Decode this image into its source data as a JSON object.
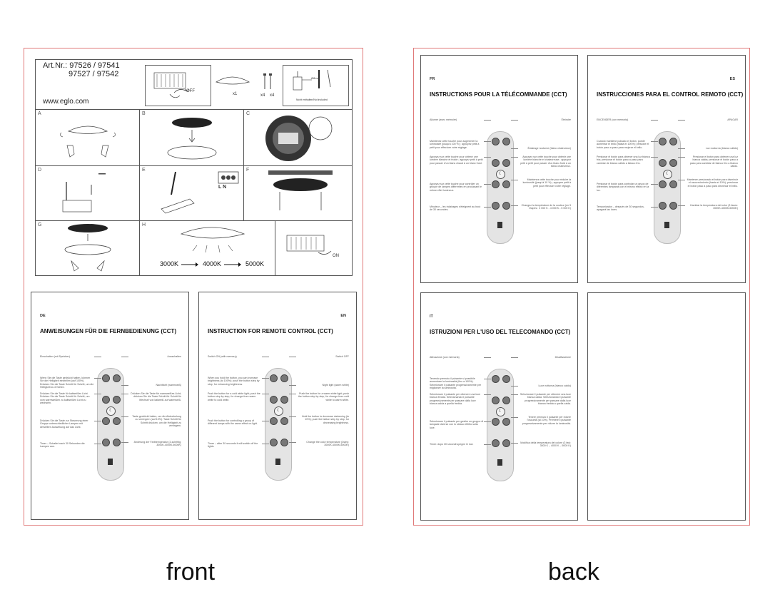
{
  "labels": {
    "front": "front",
    "back": "back"
  },
  "front_sheet": {
    "art_nr_line1": "Art.Nr.: 97526 / 97541",
    "art_nr_line2": "97527 / 97542",
    "website": "www.eglo.com",
    "header_box1_text": "OFF",
    "header_box2_x1": "x1",
    "header_box2_x4a": "x4",
    "header_box2_x4b": "x4",
    "header_box3_dim": "Ø8mm",
    "header_box3_note": "Nicht enthalten/Not included",
    "steps": [
      "A",
      "B",
      "C",
      "D",
      "E",
      "F",
      "G",
      "H"
    ],
    "wiring_letters": "L  N",
    "switch_on": "ON",
    "kelvin": [
      "3000K",
      "4000K",
      "5000K"
    ]
  },
  "panels": [
    {
      "id": "de",
      "lang": "DE",
      "title": "ANWEISUNGEN FÜR DIE FERNBEDIENUNG (CCT)",
      "left": [
        "Einschalten (mit Speicher)",
        "Wenn Sie die Taste gedrückt halten, können Sie die Helligkeit einstellen (auf 100%). Drücken Sie die Taste Schritt für Schritt, um die Helligkeit zu erhöhen.",
        "Drücken Sie die Taste für kaltweißes Licht. Drücken Sie die Taste Schritt für Schritt, um vom warmweißen zu kaltweißen Licht zu wechseln.",
        "Drücken Sie die Taste zur Steuerung einer Gruppe unterschiedlicher Lampen mit derselben Auswirkung auf das Licht.",
        "Timer – Schaltet nach 30 Sekunden die Lampen aus."
      ],
      "right": [
        "Ausschalten",
        "Nachtlicht (warmweiß)",
        "Drücken Sie die Taste für warmweißes Licht; drücken Sie die Taste Schritt für Schritt für Wechsel von kaltweiß auf warmweiß.",
        "Taste gedrückt halten, um die Abdunkelung zu verringern (auf 10%). Taste Schritt für Schritt drücken, um die Helligkeit zu verringern.",
        "Änderung der Farbtemperatur (3-schrittig: 3000K-4000K-5000K)"
      ]
    },
    {
      "id": "en",
      "lang": "EN",
      "title": "INSTRUCTION FOR REMOTE CONTROL (CCT)",
      "left": [
        "Switch ON (with memory)",
        "When you hold the button, you can increase brightness (to 100%); push the button step by step, for enhancing brightness.",
        "Push the button for a cold white light; push the button step by step, for change from warm white to cold white.",
        "Push the button for controlling a group of different lamps with the same effect on light.",
        "Timer – after 30 seconds it will switch off the lights."
      ],
      "right": [
        "Switch OFF",
        "Night light (warm white)",
        "Push the button for a warm white light; push the button step by step, for change from cold white to warm white.",
        "Hold the button to decrease darkening (to 10%); push the button step by step, for decreasing brightness.",
        "Change the color temperature (3step: 3000K-4000K-5000K)"
      ]
    },
    {
      "id": "fr",
      "lang": "FR",
      "title": "INSTRUCTIONS POUR LA TÉLÉCOMMANDE (CCT)",
      "left": [
        "Allumer (avec mémoire)",
        "Maintenez cette touche pour augmenter la luminosité (jusqu'à 100 %) ; appuyez petit à petit pour effectuer votre réglage.",
        "Appuyez sur cette touche pour obtenir une lumière blanche et froide ; appuyez petit à petit pour passer d'un blanc chaud à un blanc froid.",
        "Appuyez sur cette touche pour contrôler un groupe de lampes différentes en produisant le même effet lumineux.",
        "Minuteur – les éclairages s'éteignent au bout de 30 secondes."
      ],
      "right": [
        "Éteindre",
        "Éclairage nocturne (blanc chaleureux)",
        "Appuyez sur cette touche pour obtenir une lumière blanche et chaleureuse ; appuyez petit à petit pour passer d'un blanc froid à un blanc chaleureux.",
        "Maintenez cette touche pour réduire la luminosité (jusqu'à 10 %) ; appuyez petit à petit pour effectuer votre réglage.",
        "Changez la température de la couleur (en 3 étapes : 3 000 K - 4 000 K - 5 000 K)"
      ]
    },
    {
      "id": "es",
      "lang": "ES",
      "title": "INSTRUCCIONES PARA EL CONTROL REMOTO (CCT)",
      "left": [
        "ENCENDER (con memoria)",
        "Cuando mantiene pulsado el botón, puede aumentar el brillo (hasta el 100%); presione el botón paso a paso para mejorar el brillo.",
        "Presionar el botón para obtener una luz blanca fría; presionar el botón paso a paso para cambiar de blanco cálido a blanco frío.",
        "Presionar el botón para controlar un grupo de diferentes lámparas con el mismo efecto en la luz.",
        "Temporizador – después de 30 segundos, apagará las luces."
      ],
      "right": [
        "APAGAR",
        "Luz nocturna (blanco cálido)",
        "Presionar el botón para obtener una luz blanca cálida; presionar el botón paso a paso para cambiar de blanco frío a blanco cálido.",
        "Mantener presionado el botón para disminuir el oscurecimiento (hasta el 10%); presionar el botón paso a paso para disminuir el brillo.",
        "Cambiar la temperatura del color (3 fases: 3000K-4000K-5000K)"
      ]
    },
    {
      "id": "it",
      "lang": "IT",
      "title": "ISTRUZIONI PER L'USO DEL TELECOMANDO (CCT)",
      "left": [
        "Attivazione (con memoria)",
        "Tenendo premuto il pulsante si possibile aumentare la luminosità (fino a 100%). Selezionare il pulsante progressivamente per migliorare la luminosità.",
        "Selezionare il pulsante per ottenere una luce bianca fredda. Selezionando il pulsante progressivamente per passare dalla luce bianca calda a quella fredda.",
        "Selezionare il pulsante per gestire un gruppo di lampade diverse con lo stesso effetto sulla luce.",
        "Timer: dopo 30 secondi spegne le luci."
      ],
      "right": [
        "Disattivazione",
        "Luce notturna (bianco caldo)",
        "Selezionare il pulsante per ottenere una luce bianca calda. Selezionando il pulsante progressivamente per passare dalla luce bianca fredda a quella calda.",
        "Tenere premuto il pulsante per ridurre l'oscurità (al 10%). Premere il pulsante progressivamente per ridurre la luminosità.",
        "Modifica della temperatura del colore (3 fasi: 3000 K – 4000 K – 5000 K)"
      ]
    }
  ]
}
